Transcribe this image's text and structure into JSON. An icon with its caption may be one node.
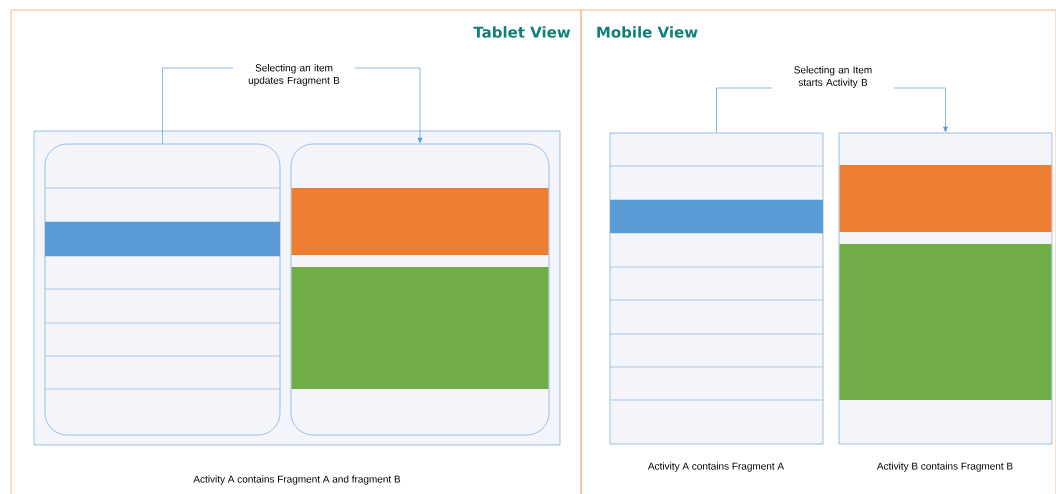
{
  "diagram": {
    "nodes": [
      {
        "text": [
          "Tablet View"
        ]
      },
      {
        "text": [],
        "shape": "box",
        "in": 0,
        "beside": [
          "Activity A contains Fragment A and fragment B"
        ]
      },
      {
        "text": [],
        "shape": "box",
        "in": 1
      },
      {
        "text": [],
        "shape": "box",
        "in": 1
      },
      {
        "text": [
          "Mobile View"
        ]
      },
      {
        "text": [],
        "shape": "box",
        "in": 4,
        "beside": [
          "Activity A contains Fragment A"
        ]
      },
      {
        "text": [],
        "shape": "box",
        "in": 4,
        "beside": [
          "Activity B contains Fragment B"
        ]
      }
    ],
    "edges": [
      {
        "from": 2,
        "to": 3,
        "arrow": "to",
        "label": "Selecting an item updates Fragment B"
      },
      {
        "from": 5,
        "to": 6,
        "arrow": "to",
        "label": "Selecting an Item starts Activity B"
      }
    ]
  }
}
